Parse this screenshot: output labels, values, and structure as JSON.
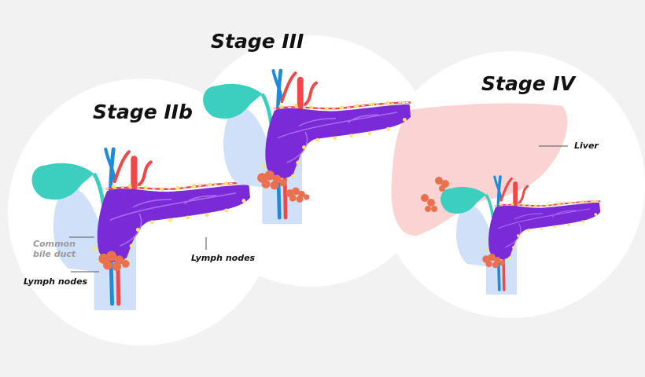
{
  "panels": [
    {
      "title": "Stage IIb",
      "labels": {
        "common_bile_duct": "Common\nbile duct",
        "lymph_left": "Lymph nodes",
        "lymph_right": "Lymph nodes"
      }
    },
    {
      "title": "Stage III"
    },
    {
      "title": "Stage IV",
      "labels": {
        "liver": "Liver"
      }
    }
  ],
  "colors": {
    "background": "#f2f2f2",
    "circle": "#ffffff",
    "pancreas": "#7a2ad6",
    "pancreas_vein": "#a86af0",
    "gallbladder": "#3ccfbf",
    "duodenum": "#cfe0f8",
    "artery": "#ef4848",
    "vein": "#1f8ad8",
    "lymph_node": "#e9714f",
    "lymph_dot": "#f9e36a",
    "liver": "#fbd3d3"
  }
}
